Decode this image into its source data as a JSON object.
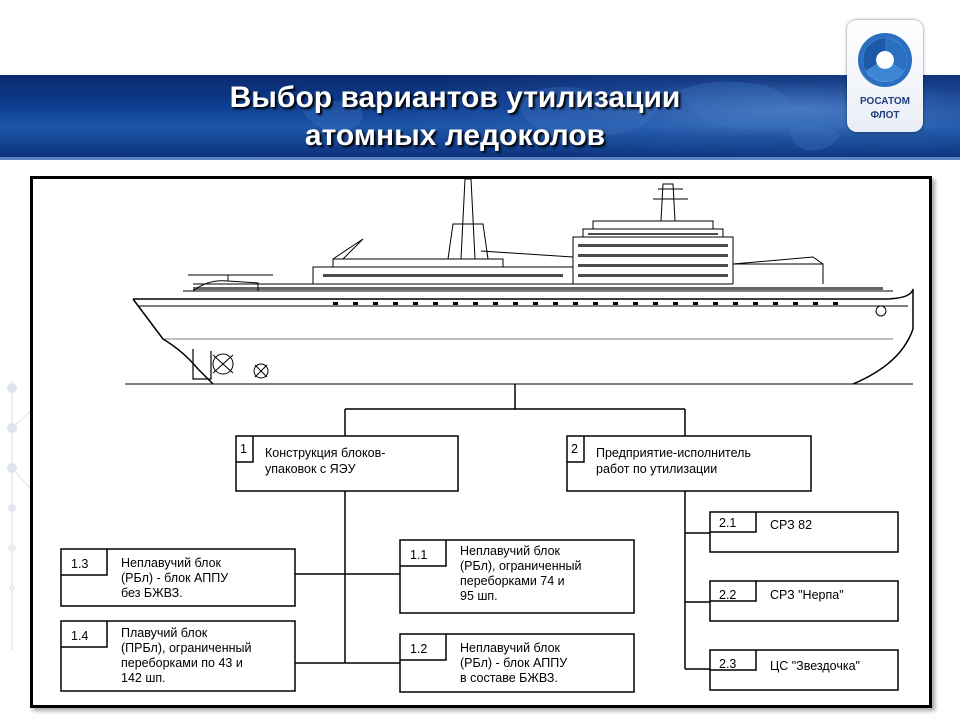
{
  "title": {
    "line1": "Выбор вариантов утилизации",
    "line2": "атомных ледоколов"
  },
  "logo": {
    "line1": "РОСАТОМ",
    "line2": "ФЛОТ"
  },
  "diagram": {
    "box1": {
      "num": "1",
      "lines": [
        "Конструкция блоков-",
        "упаковок с ЯЭУ"
      ]
    },
    "box2": {
      "num": "2",
      "lines": [
        "Предприятие-исполнитель",
        "работ по утилизации"
      ]
    },
    "box1_1": {
      "num": "1.1",
      "lines": [
        "Неплавучий блок",
        "(РБл), ограниченный",
        "переборками 74 и",
        "95 шп."
      ]
    },
    "box1_2": {
      "num": "1.2",
      "lines": [
        "Неплавучий блок",
        "(РБл) - блок АППУ",
        "в составе БЖВЗ."
      ]
    },
    "box1_3": {
      "num": "1.3",
      "lines": [
        "Неплавучий блок",
        "(РБл) - блок АППУ",
        "без БЖВЗ."
      ]
    },
    "box1_4": {
      "num": "1.4",
      "lines": [
        "Плавучий блок",
        "(ПРБл), ограниченный",
        "переборками по 43 и",
        "142 шп."
      ]
    },
    "box2_1": {
      "num": "2.1",
      "label": "СРЗ 82"
    },
    "box2_2": {
      "num": "2.2",
      "label": "СРЗ \"Нерпа\""
    },
    "box2_3": {
      "num": "2.3",
      "label": "ЦС \"Звездочка\""
    }
  }
}
